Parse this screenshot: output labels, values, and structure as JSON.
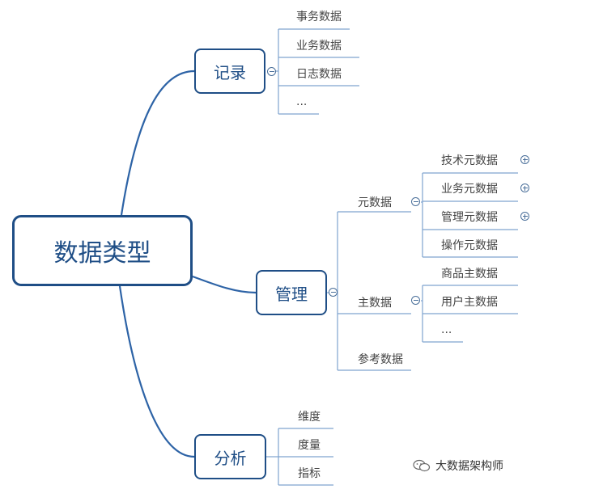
{
  "root": {
    "label": "数据类型"
  },
  "branches": {
    "record": {
      "label": "记录",
      "items": [
        "事务数据",
        "业务数据",
        "日志数据",
        "..."
      ]
    },
    "manage": {
      "label": "管理",
      "meta": {
        "label": "元数据",
        "items": [
          "技术元数据",
          "业务元数据",
          "管理元数据",
          "操作元数据"
        ]
      },
      "master": {
        "label": "主数据",
        "items": [
          "商品主数据",
          "用户主数据",
          "..."
        ]
      },
      "reference": {
        "label": "参考数据"
      }
    },
    "analysis": {
      "label": "分析",
      "items": [
        "维度",
        "度量",
        "指标"
      ]
    }
  },
  "watermark": {
    "text": "大数据架构师"
  },
  "colors": {
    "main": "#1f4e86",
    "branch_line": "#2d63a6",
    "leaf_line": "#7fa3cf"
  }
}
